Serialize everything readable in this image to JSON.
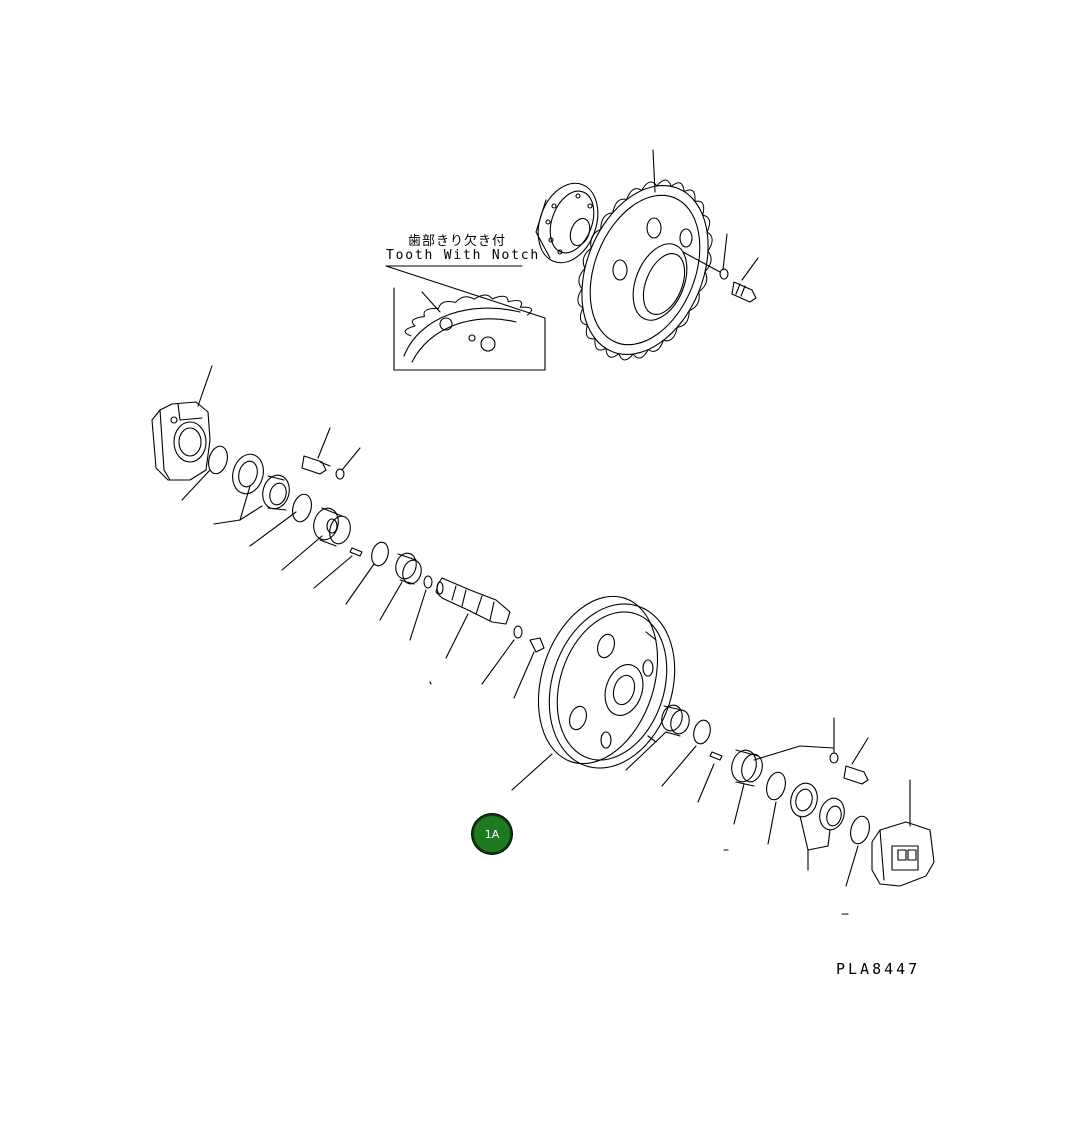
{
  "callout": {
    "jp_text": "歯部きり欠き付",
    "en_text": "Tooth With Notch"
  },
  "badge": {
    "label": "1A",
    "color": "#1f7a1f"
  },
  "drawing_code": "PLA8447"
}
